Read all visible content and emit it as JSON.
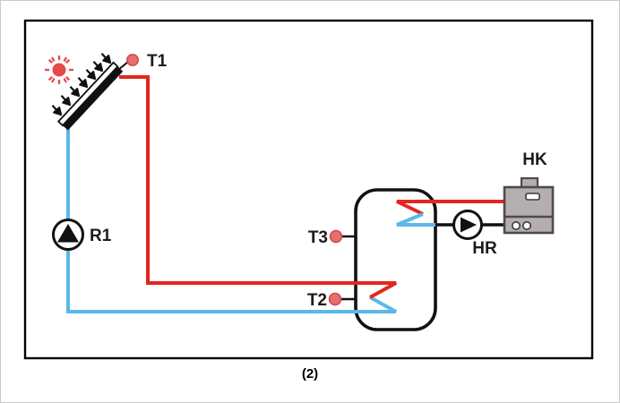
{
  "diagram": {
    "caption": "(2)",
    "sensors": {
      "collector": "T1",
      "tank_top": "T3",
      "tank_bottom": "T2"
    },
    "pumps": {
      "solar": "R1",
      "heating": "HR"
    },
    "heating_unit": {
      "label": "HK"
    },
    "colors": {
      "hot_pipe": "#e3261f",
      "cold_pipe": "#5bb8e8",
      "sensor_fill": "#e4706e",
      "sun": "#e84848",
      "unit_fill": "#b5aeae",
      "unit_stroke": "#4f4a4a",
      "outline": "#111111"
    }
  }
}
